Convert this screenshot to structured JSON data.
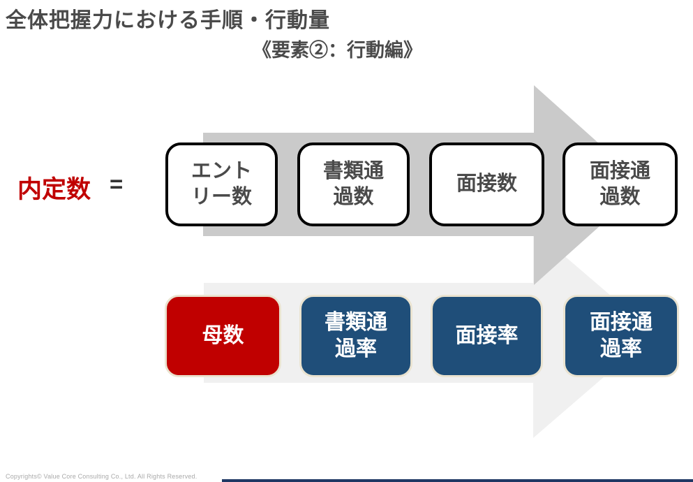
{
  "slide": {
    "title": "全体把握力における手順・行動量",
    "subtitle": "《要素②：行動編》",
    "equation": {
      "lhs": "内定数",
      "operator": "="
    },
    "top_row": {
      "items": [
        "エント\nリー数",
        "書類通\n過数",
        "面接数",
        "面接通\n過数"
      ]
    },
    "bottom_row": {
      "items": [
        "母数",
        "書類通\n過率",
        "面接率",
        "面接通\n過率"
      ]
    },
    "footer": "Copyrights© Value Core Consulting Co., Ltd.  All Rights Reserved.",
    "colors": {
      "accent_red": "#c00000",
      "accent_blue": "#1f4e79",
      "arrow_top_gray": "#cacaca",
      "arrow_bottom_gray": "#f0f0f0",
      "heading_gray": "#4a4a4a",
      "box_border_cream": "#eae3d0",
      "bottom_bar_navy": "#1f3864"
    }
  }
}
